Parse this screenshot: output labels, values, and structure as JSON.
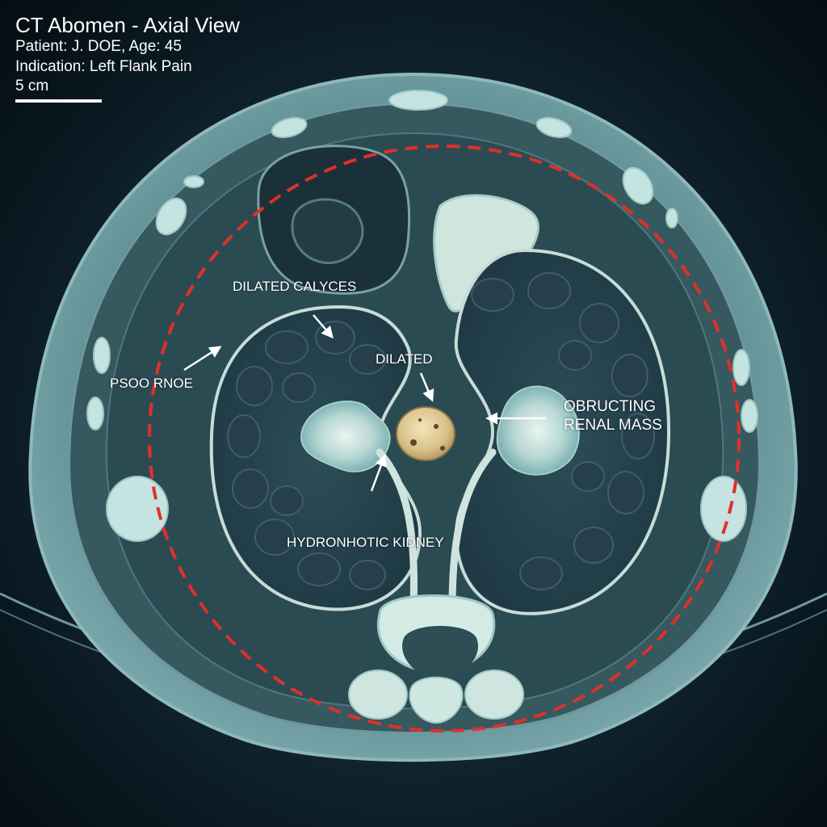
{
  "header": {
    "title": "CT Abomen - Axial View",
    "patient": "Patient: J. DOE, Age: 45",
    "indication": "Indication: Left Flank Pain",
    "scale_label": "5 cm"
  },
  "labels": {
    "dilated_calyces": "DILATED CALYCES",
    "psoas": "PSOO RNOE",
    "dilated": "DILATED",
    "mass_line1": "OBRUCTING",
    "mass_line2": "RENAL MASS",
    "hydro": "HYDRONHOTIC KIDNEY"
  },
  "colors": {
    "annotation_circle": "#e0302a",
    "label_text": "#ffffff",
    "stone": "#e2cc98"
  }
}
